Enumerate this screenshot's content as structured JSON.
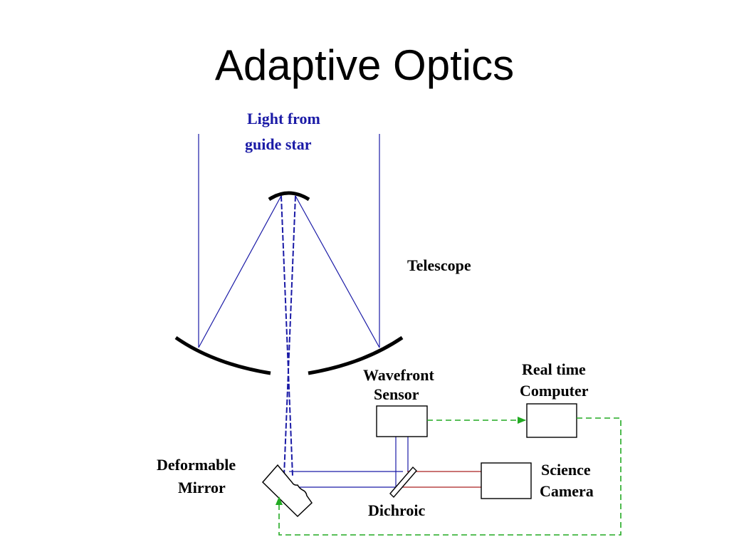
{
  "slide": {
    "title": "Adaptive Optics"
  },
  "diagram": {
    "labels": {
      "light_line1": "Light from",
      "light_line2": "guide star",
      "telescope": "Telescope",
      "wavefront_line1": "Wavefront",
      "wavefront_line2": "Sensor",
      "computer_line1": "Real time",
      "computer_line2": "Computer",
      "dm_line1": "Deformable",
      "dm_line2": "Mirror",
      "dichroic": "Dichroic",
      "camera_line1": "Science",
      "camera_line2": "Camera"
    },
    "colors": {
      "light_path": "#1a1aa6",
      "light_label": "#1a1aa6",
      "control_signal": "#22aa22",
      "science_beam": "#aa2222",
      "mirror": "#000000"
    }
  }
}
